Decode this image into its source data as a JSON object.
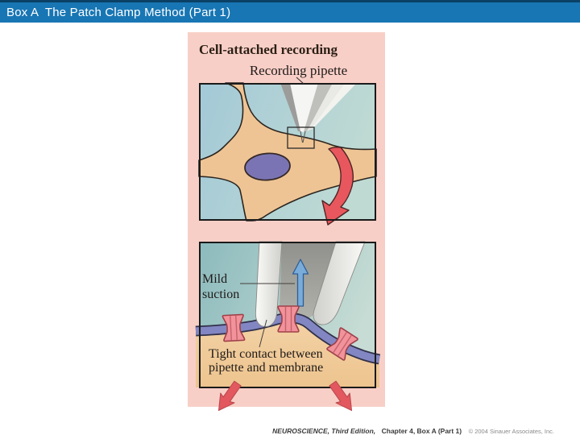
{
  "window": {
    "title": "Box A  The Patch Clamp Method (Part 1)"
  },
  "figure": {
    "heading": "Cell-attached recording",
    "pipette_label": "Recording pipette",
    "mild_suction_label": "Mild suction",
    "tight_contact_label": "Tight contact between pipette and membrane"
  },
  "footer": {
    "book": "NEUROSCIENCE, Third Edition,",
    "chapter": "Chapter 4, Box A (Part 1)",
    "copyright": "© 2004 Sinauer Associates, Inc."
  },
  "icons": {
    "red_curved_arrow": "curved-arrow-down",
    "suction_arrow": "arrow-up",
    "bottom_left_arrow": "arrow-down-left",
    "bottom_right_arrow": "arrow-down-right"
  },
  "colors": {
    "title_bar_bg": "#1876B4",
    "title_bar_strip": "#0B4166",
    "figure_bg": "#F8CFC7",
    "panel_top_bg": "#A3C9D7",
    "panel_bottom_bg": "#8CBABD",
    "cell_fill": "#EFC494",
    "nucleus_fill": "#7B74B4",
    "cytoplasm_fill": "#F1CB9C",
    "membrane_fill": "#8286C2",
    "ion_channel_fill": "#F2929A",
    "red_arrow": "#E8575D",
    "blue_arrow": "#7AACDA",
    "pipette_glass": "#F5F5F3"
  }
}
